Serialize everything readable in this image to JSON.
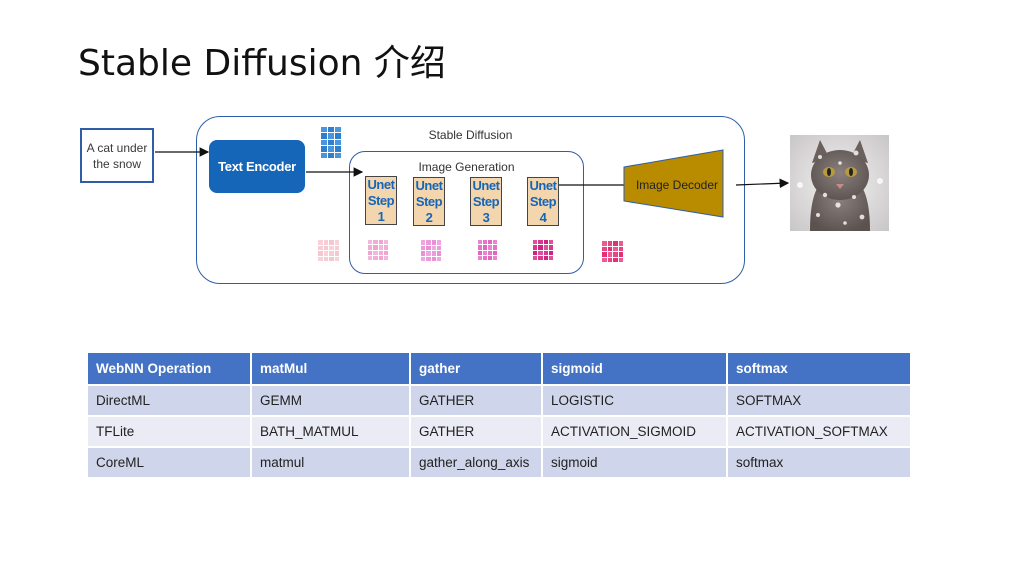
{
  "title": "Stable Diffusion 介绍",
  "diagram": {
    "input_text_line1": "A cat under",
    "input_text_line2": "the snow",
    "outer_label": "Stable Diffusion",
    "text_encoder": "Text Encoder",
    "inner_label": "Image Generation",
    "unet_steps": [
      {
        "line1": "Unet",
        "line2": "Step",
        "num": "1"
      },
      {
        "line1": "Unet",
        "line2": "Step",
        "num": "2"
      },
      {
        "line1": "Unet",
        "line2": "Step",
        "num": "3"
      },
      {
        "line1": "Unet",
        "line2": "Step",
        "num": "4"
      }
    ],
    "decoder": "Image Decoder",
    "colors": {
      "accent_blue": "#1565b9",
      "box_border": "#2e5ea8",
      "unet_fill": "#f3d6ad",
      "decoder_fill": "#b98c00",
      "latent_colors": [
        "#f4c4cc",
        "#ee9fd0",
        "#e98ad4",
        "#e05cc0",
        "#d1157a",
        "#e3246e"
      ]
    }
  },
  "table": {
    "headers": [
      "WebNN Operation",
      "matMul",
      "gather",
      "sigmoid",
      "softmax"
    ],
    "rows": [
      [
        "DirectML",
        "GEMM",
        "GATHER",
        "LOGISTIC",
        "SOFTMAX"
      ],
      [
        "TFLite",
        "BATH_MATMUL",
        "GATHER",
        "ACTIVATION_SIGMOID",
        "ACTIVATION_SOFTMAX"
      ],
      [
        "CoreML",
        "matmul",
        "gather_along_axis",
        "sigmoid",
        "softmax"
      ]
    ]
  }
}
